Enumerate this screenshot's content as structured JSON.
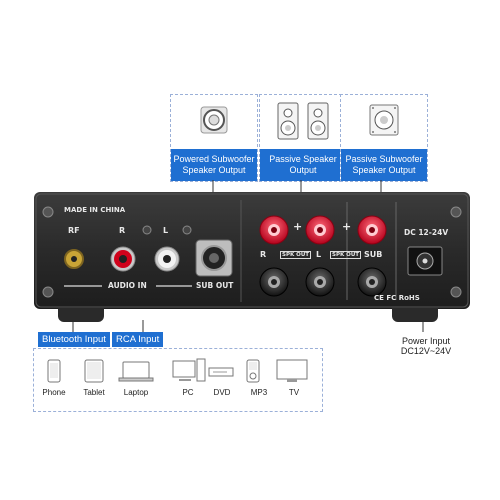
{
  "callouts": {
    "powered_sub": "Powered Subwoofer Speaker Output",
    "passive_speaker": "Passive Speaker Output",
    "passive_sub": "Passive Subwoofer Speaker Output"
  },
  "panel": {
    "made_in": "MADE IN CHINA",
    "rf": "RF",
    "r": "R",
    "l": "L",
    "audio_in": "AUDIO IN",
    "sub_out": "SUB OUT",
    "spk_r": "R",
    "spk_l": "L",
    "spk_out_1": "SPK OUT",
    "spk_out_2": "SPK OUT",
    "spk_sub": "SUB",
    "plus1": "+",
    "plus2": "+",
    "dc": "DC 12-24V",
    "certs": "CE FC RoHS"
  },
  "tags": {
    "bluetooth": "Bluetooth Input",
    "rca": "RCA Input",
    "power_line1": "Power Input",
    "power_line2": "DC12V~24V"
  },
  "devices": [
    "Phone",
    "Tablet",
    "Laptop",
    "PC",
    "DVD",
    "MP3",
    "TV"
  ]
}
